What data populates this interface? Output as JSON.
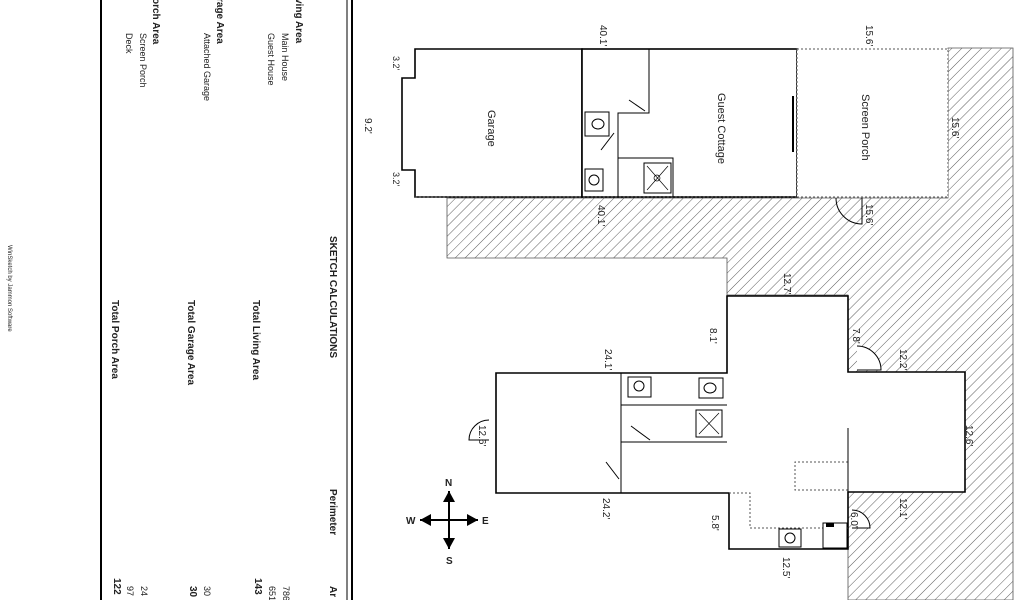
{
  "calculations": {
    "title": "SKETCH CALCULATIONS",
    "perimeter_header": "Perimeter",
    "area_header": "Ar",
    "living": {
      "header": "ving Area",
      "items": [
        {
          "label": "Main House",
          "area": "786"
        },
        {
          "label": "Guest House",
          "area": "651"
        }
      ],
      "total_label": "Total Living Area",
      "total_area": "143"
    },
    "garage": {
      "header": "rage Area",
      "items": [
        {
          "label": "Attached Garage",
          "area": "30"
        }
      ],
      "total_label": "Total Garage Area",
      "total_area": "30"
    },
    "porch": {
      "header": "orch Area",
      "items": [
        {
          "label": "Screen Porch",
          "area": "24"
        },
        {
          "label": "Deck",
          "area": "97"
        }
      ],
      "total_label": "Total Porch Area",
      "total_area": "122"
    }
  },
  "credit": "WinSketch by Jammon Software",
  "rooms": {
    "garage": "Garage",
    "guest_cottage": "Guest Cottage",
    "screen_porch": "Screen Porch"
  },
  "dimensions": {
    "guest_top": "40.1'",
    "guest_bottom": "40.1'",
    "garage_side": "9.2'",
    "notch_top": "3.2'",
    "notch_bottom": "3.2'",
    "porch_top": "15.6'",
    "porch_right": "15.6'",
    "porch_bottom": "15.6'",
    "ell_top": "12.7'",
    "ell_side": "8.1'",
    "door_a": "7.8'",
    "door_b": "12.2'",
    "main_top": "24.1'",
    "main_bottom": "24.2'",
    "main_left": "12.6'",
    "main_right": "12.6'",
    "lower_right": "12.1'",
    "lower_inner": "6.0'",
    "lower_side": "5.8'",
    "lower_bottom": "12.5'"
  },
  "compass": {
    "n": "N",
    "s": "S",
    "e": "E",
    "w": "W"
  }
}
